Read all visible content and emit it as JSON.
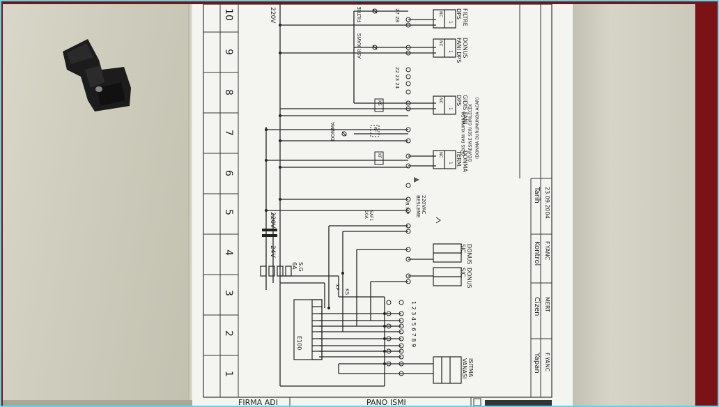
{
  "columns": [
    "10",
    "9",
    "8",
    "7",
    "6",
    "5",
    "4",
    "3",
    "2",
    "1"
  ],
  "footer": {
    "firma": "FIRMA ADI",
    "pano": "PANO ISMI"
  },
  "title_block": {
    "yapan_h": "Yapan",
    "cizen_h": "Cizen",
    "kontrol_h": "Kontrol",
    "tarih_h": "Tarih",
    "yapan_v": "F.YANC",
    "cizen_v": "MERT",
    "kontrol_v": "F.YANC",
    "tarih_v": "23.09.2004"
  },
  "labels": {
    "filtre_kirli": "FILTRE KIRLI",
    "asp_kayis": "ASP. KAYIS",
    "filtre_dps": "FILTRE DPS",
    "donus_fani_dps": "DONUS FANI DPS",
    "gidis_fani_dps": "GIDIS FANI DPS",
    "gidis_fani_kumanda": "GIDIS FANI KUMANDA",
    "devresine_seri": "DEVRESINE SERI GIRILECEK",
    "donma_acar": "(DONMA DURUMUNDA ACAR)",
    "donma": "DONMA",
    "donma_term": "DONMA TERM.",
    "vac_besleme": "220VAC BESLEME",
    "v220": "220V",
    "v24": "24V",
    "sg": "S.G 6A",
    "kf": "KF",
    "ks": "KS",
    "nc": "NC",
    "one": "1",
    "donus_sic": "DONUS SIC.",
    "isitma_vanasi": "ISITMA VANASI",
    "e100": "E100",
    "terminals_top": "27 28",
    "terminals_mid": "22 23 24",
    "terminal_row": "1 2 3 4 5 6 7 8 9",
    "rmp": "R MP",
    "saf": "SAF1 10A"
  }
}
